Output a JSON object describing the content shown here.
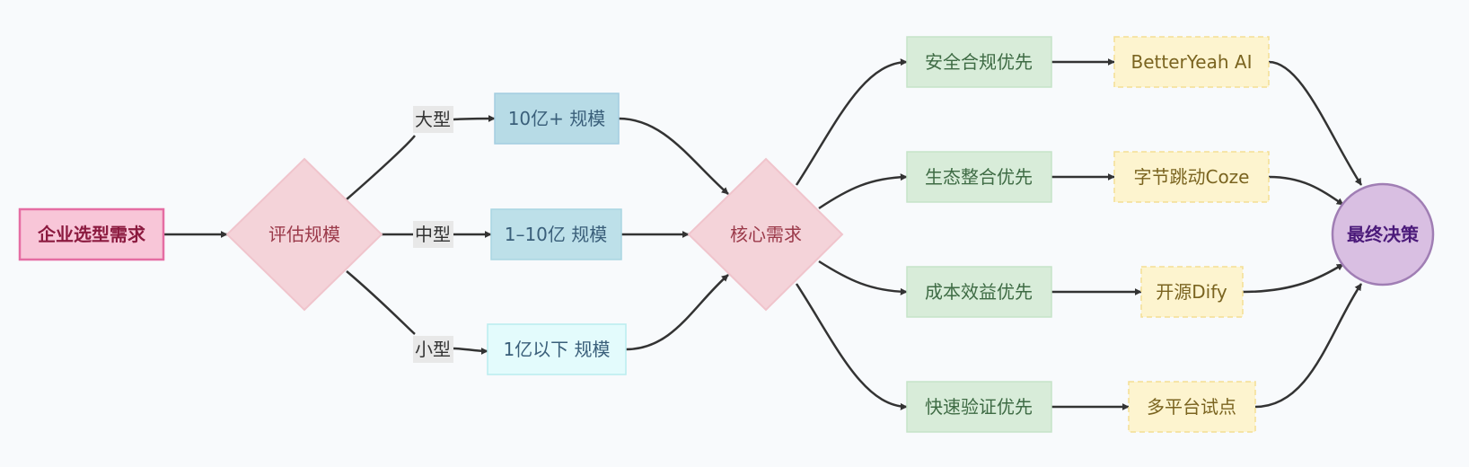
{
  "diagram": {
    "start": {
      "label": "企业选型需求"
    },
    "evaluate": {
      "label": "评估规模"
    },
    "edge_labels": {
      "large": "大型",
      "medium": "中型",
      "small": "小型"
    },
    "scales": {
      "large": "10亿+ 规模",
      "medium": "1–10亿 规模",
      "small": "1亿以下 规模"
    },
    "core": {
      "label": "核心需求"
    },
    "priorities": [
      {
        "label": "安全合规优先",
        "solution": "BetterYeah AI"
      },
      {
        "label": "生态整合优先",
        "solution": "字节跳动Coze"
      },
      {
        "label": "成本效益优先",
        "solution": "开源Dify"
      },
      {
        "label": "快速验证优先",
        "solution": "多平台试点"
      }
    ],
    "final": {
      "label": "最终决策"
    },
    "colors": {
      "background": "#f8fafc",
      "start_fill": "#f8c6d8",
      "start_stroke": "#e56da3",
      "start_text": "#8b1a3f",
      "decision_fill": "#f4d3d9",
      "decision_stroke": "#f0c4cc",
      "decision_text": "#9b3a4a",
      "scale_large_fill": "#b7dbe6",
      "scale_large_stroke": "#a3cde0",
      "scale_medium_fill": "#bde0e9",
      "scale_medium_stroke": "#a9d6e2",
      "scale_small_fill": "#e3fbfc",
      "scale_small_stroke": "#b9ecee",
      "scale_text": "#3a5f7a",
      "priority_fill": "#d8ecd9",
      "priority_stroke": "#c6e3c8",
      "priority_text": "#3e6b44",
      "solution_fill": "#fdf4cf",
      "solution_stroke": "#f4de94",
      "solution_text": "#7a6420",
      "final_fill": "#d9bfe2",
      "final_stroke": "#a07eb4",
      "final_text": "#4b1a7a",
      "edge_label_bg": "#e8e8e8",
      "edge_label_text": "#333333",
      "edge": "#333333"
    }
  }
}
